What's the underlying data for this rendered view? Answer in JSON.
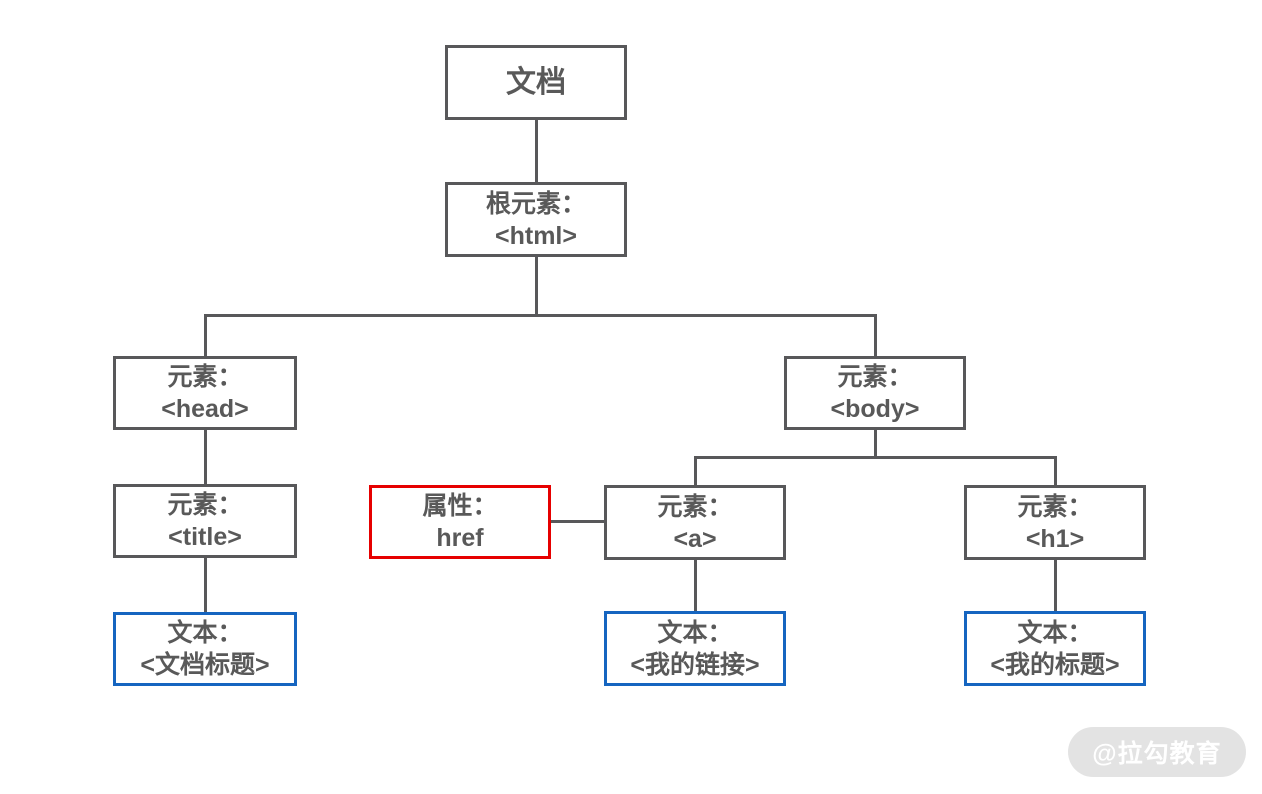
{
  "diagram": {
    "description": "DOM tree structure diagram",
    "nodes": {
      "document": {
        "line1": "文档"
      },
      "html": {
        "line1": "根元素：",
        "line2": "<html>"
      },
      "head": {
        "line1": "元素：",
        "line2": "<head>"
      },
      "body": {
        "line1": "元素：",
        "line2": "<body>"
      },
      "title": {
        "line1": "元素：",
        "line2": "<title>"
      },
      "href": {
        "line1": "属性：",
        "line2": "href"
      },
      "a": {
        "line1": "元素：",
        "line2": "<a>"
      },
      "h1": {
        "line1": "元素：",
        "line2": "<h1>"
      },
      "textTitle": {
        "line1": "文本：",
        "line2": "<文档标题>"
      },
      "textLink": {
        "line1": "文本：",
        "line2": "<我的链接>"
      },
      "textHeading": {
        "line1": "文本：",
        "line2": "<我的标题>"
      }
    },
    "colors": {
      "box_border": "#58585a",
      "box_text": "#595959",
      "attribute_border": "#e60000",
      "text_node_border": "#1565c0",
      "connector": "#58585a",
      "background": "#ffffff",
      "watermark_bg": "#e3e3e3",
      "watermark_text": "#ffffff"
    },
    "watermark": "@拉勾教育"
  }
}
